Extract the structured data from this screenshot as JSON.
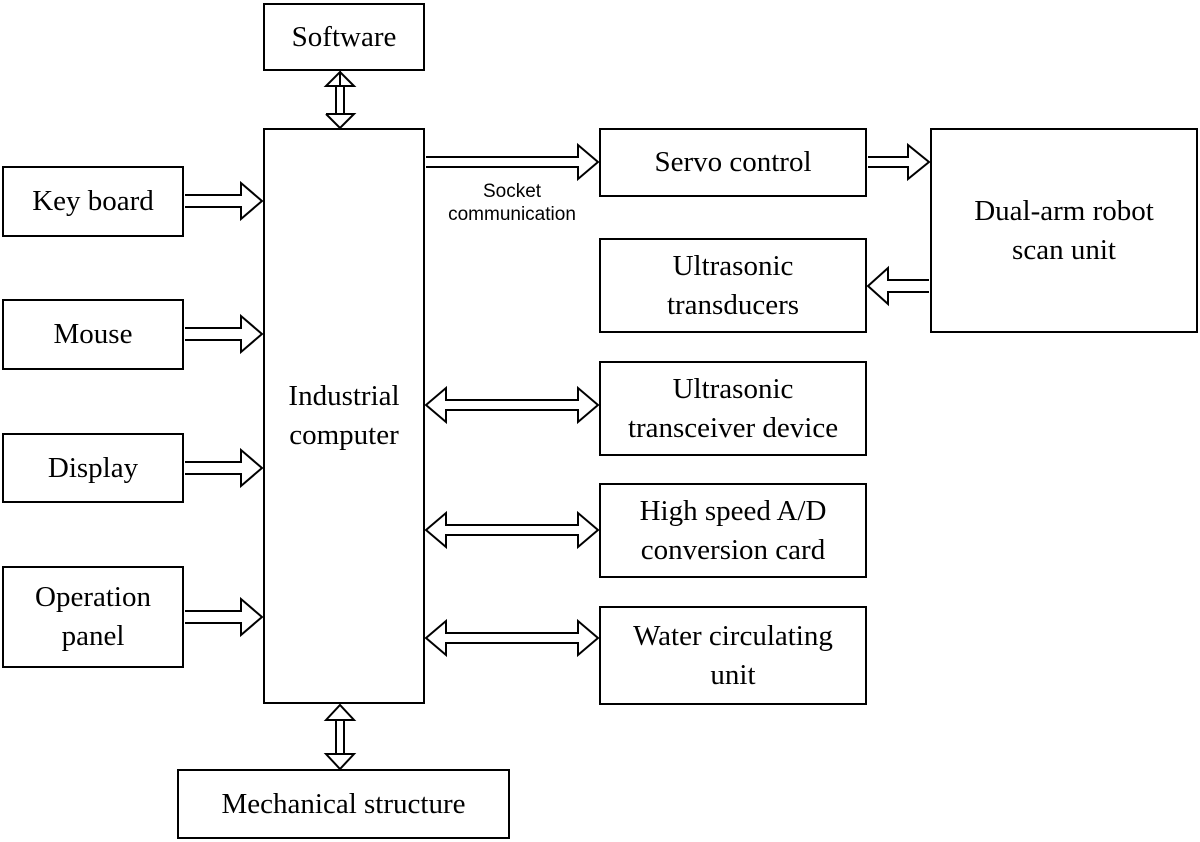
{
  "blocks": {
    "software": "Software",
    "keyboard": "Key board",
    "mouse": "Mouse",
    "display": "Display",
    "operation_panel": "Operation\npanel",
    "industrial_computer": "Industrial\ncomputer",
    "mechanical_structure": "Mechanical structure",
    "servo_control": "Servo control",
    "dual_arm": "Dual-arm robot\nscan unit",
    "ultrasonic_transducers": "Ultrasonic\ntransducers",
    "ultrasonic_transceiver": "Ultrasonic\ntransceiver device",
    "ad_card": "High speed A/D\nconversion card",
    "water_unit": "Water circulating\nunit"
  },
  "labels": {
    "socket": "Socket\ncommunication"
  }
}
